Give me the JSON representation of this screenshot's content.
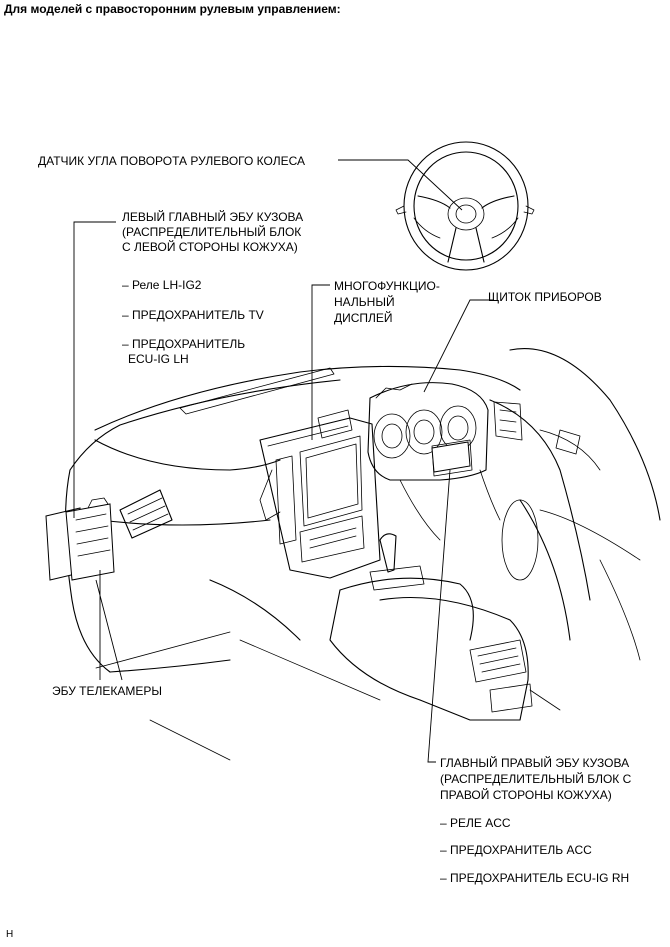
{
  "header": "Для моделей с правосторонним рулевым управлением:",
  "labels": {
    "steering_sensor": "ДАТЧИК УГЛА ПОВОРОТА РУЛЕВОГО КОЛЕСА",
    "left_ecu_1": "ЛЕВЫЙ ГЛАВНЫЙ ЭБУ КУЗОВА",
    "left_ecu_2": "(РАСПРЕДЕЛИТЕЛЬНЫЙ БЛОК",
    "left_ecu_3": "С ЛЕВОЙ СТОРОНЫ КОЖУХА)",
    "left_relay": "– Реле LH-IG2",
    "left_fuse_tv": "– ПРЕДОХРАНИТЕЛЬ TV",
    "left_fuse_ecu_1": "– ПРЕДОХРАНИТЕЛЬ",
    "left_fuse_ecu_2": "ECU-IG LH",
    "mfd_1": "МНОГОФУНКЦИО-",
    "mfd_2": "НАЛЬНЫЙ",
    "mfd_3": "ДИСПЛЕЙ",
    "cluster": "ЩИТОК ПРИБОРОВ",
    "camera_ecu": "ЭБУ ТЕЛЕКАМЕРЫ",
    "right_ecu_1": "ГЛАВНЫЙ ПРАВЫЙ ЭБУ КУЗОВА",
    "right_ecu_2": "(РАСПРЕДЕЛИТЕЛЬНЫЙ БЛОК С",
    "right_ecu_3": "ПРАВОЙ СТОРОНЫ КОЖУХА)",
    "right_relay": "– РЕЛЕ ACC",
    "right_fuse_acc": "– ПРЕДОХРАНИТЕЛЬ ACC",
    "right_fuse_ecu": "– ПРЕДОХРАНИТЕЛЬ ECU-IG RH",
    "corner_mark": "H"
  }
}
